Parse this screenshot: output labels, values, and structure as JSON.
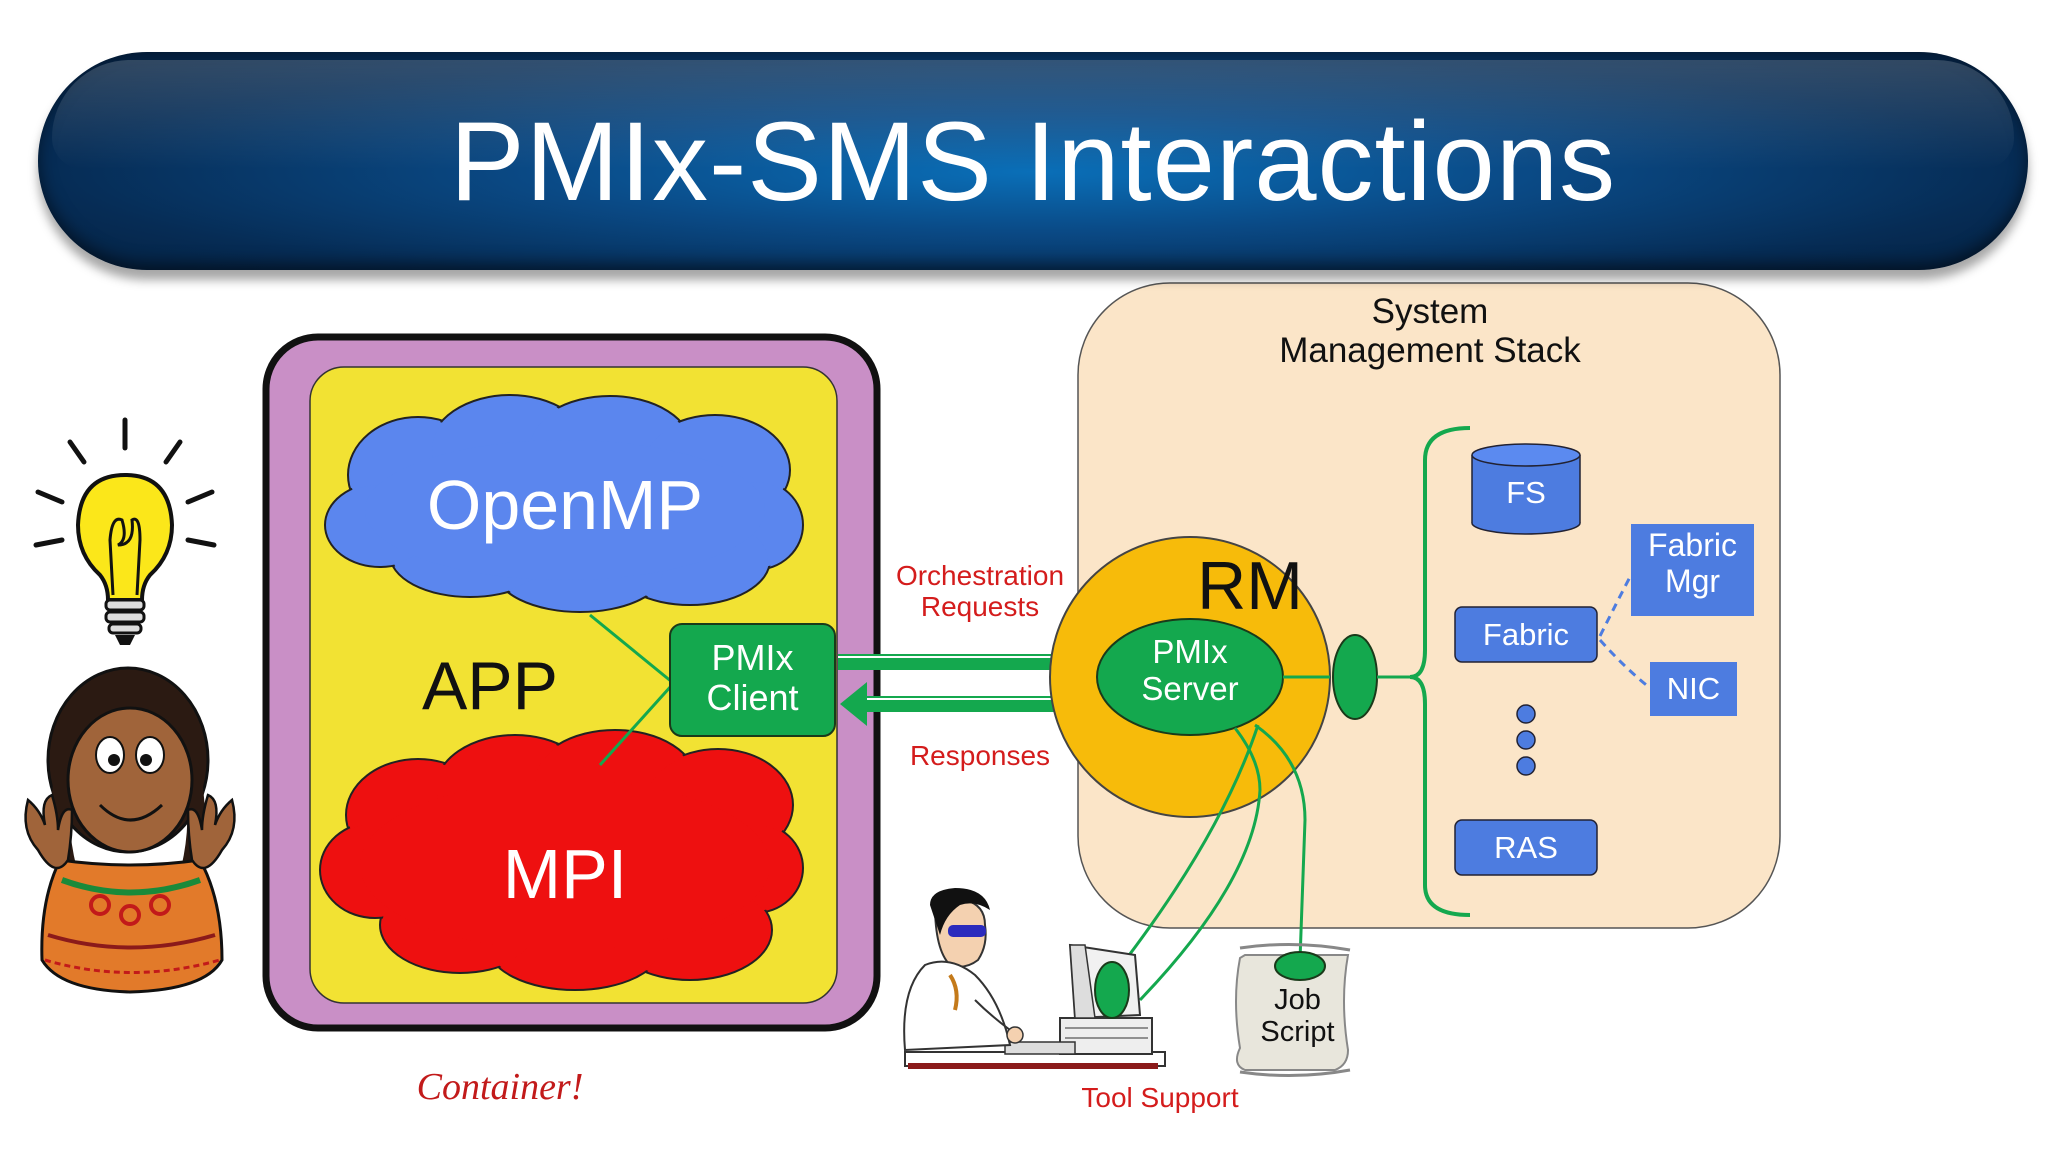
{
  "title": "PMIx-SMS Interactions",
  "app": {
    "openmp": "OpenMP",
    "app_label": "APP",
    "mpi": "MPI",
    "pmix_client_line1": "PMIx",
    "pmix_client_line2": "Client",
    "container_caption": "Container!"
  },
  "arrows": {
    "orchestration_line1": "Orchestration",
    "orchestration_line2": "Requests",
    "responses": "Responses"
  },
  "sms": {
    "title_line1": "System",
    "title_line2": "Management Stack",
    "rm": "RM",
    "pmix_server_line1": "PMIx",
    "pmix_server_line2": "Server",
    "components": {
      "fs": "FS",
      "fabric": "Fabric",
      "ras": "RAS",
      "fabric_mgr_line1": "Fabric",
      "fabric_mgr_line2": "Mgr",
      "nic": "NIC"
    }
  },
  "tools": {
    "job_script_line1": "Job",
    "job_script_line2": "Script",
    "tool_support": "Tool Support"
  },
  "colors": {
    "app_outer": "#c98fc6",
    "app_inner": "#f2e233",
    "openmp_cloud": "#5b86ee",
    "mpi_cloud": "#ee1010",
    "pmix_green": "#14a84e",
    "sms_bg": "#fbe5c8",
    "rm_circle": "#f7bb0a",
    "component_blue": "#4d7ce0",
    "red_text": "#d41c1c"
  }
}
